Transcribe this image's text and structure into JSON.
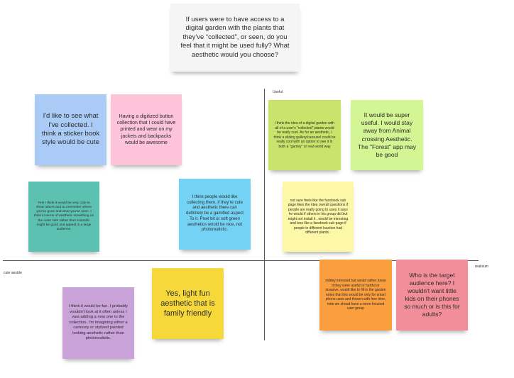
{
  "question": "If users were to have access to a digital garden with the plants that they've “collected”, or seen, do you feel that it might be used fully? What aesthetic would you choose?",
  "axes": {
    "top": "Useful",
    "left": "cute aestde",
    "right": "realisum"
  },
  "notes": {
    "n1": "I'd like to see what I've collected. I think a sticker book style would be cute",
    "n2": "Having a digitized button collection that I could have printed and wear on my jackets and backpacks would be awesome",
    "n3": "Yes! I think it would be very cute to show others and to rmemeber where you've gone and what you've seen. I think in terms of aesthetic something on the cuter side rather than scientific might be good and appeal to a large audience.",
    "n4": "I think people would like collecting them, if they're cute and aesthetic there can definitely be a gamified aspect To it. Pixel bit or soft green aesthetics would be nice, not photorealistic.",
    "n5": "I think the idea of a digital garden with all of a user's \"collected\" plants would be really cool. As for an aesthetic, I think a sliding gallery/carousel could be really cool with an option to see it in both a \"gamey\" or real world way",
    "n6": "It would be super useful. I would stay away from Animal crossing Aesthetic. The \"Forest\" app may be good",
    "n7": "not sure feels like the facebook sub page likes the idea overall questions if people are really going to uses it says he would if others in his group did but might not install it , would be intresting and less like a facebook sub page if people in different loaction had different plants .",
    "n8": "I think it would be fun. I probably wouldn't look at it often unless I was adding a new one to the collection. I'm imagining either a cartoony or stylized painted looking aesthetic rather than photorealistic.",
    "n9": "Yes, light fun aesthetic that is family friendly",
    "n10": "mildey intrested but would rather know it they were useful or hurtful or invasive, would like to fill in the garden notes that this would be only for smart phone uses and thosen with free time, note we shoud have a more focused user group",
    "n11": "Who is the target audience here? I wouldn't want little kids on their phones so much or is this for adults?"
  },
  "colors": {
    "question": "#f5f5f5",
    "blue": "#a9cbf5",
    "pink": "#fcc3d9",
    "teal": "#5dc1b2",
    "cyan": "#74d3f4",
    "lime": "#c9e46a",
    "light-green": "#d4f593",
    "light-yellow": "#fdf7a8",
    "purple": "#caa2da",
    "yellow": "#f6d83a",
    "orange": "#fa9e3e",
    "red-pink": "#f28d9a"
  }
}
